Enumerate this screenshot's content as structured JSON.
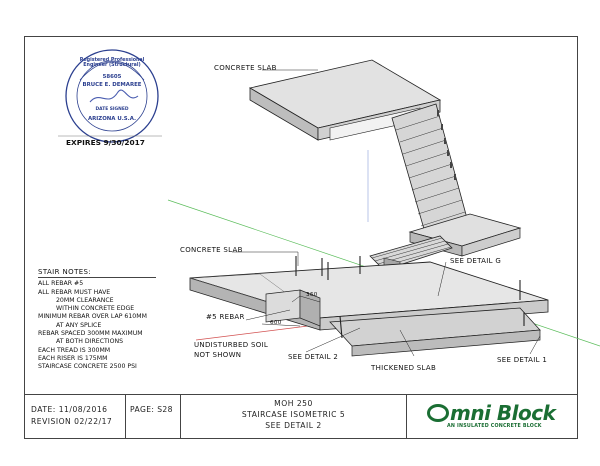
{
  "seal": {
    "ring_text": "Registered Professional Engineer (Structural)",
    "number": "58605",
    "name": "BRUCE E. DEMAREE",
    "signed_label": "DATE SIGNED",
    "state": "ARIZONA U.S.A.",
    "expires": "EXPIRES 9/30/2017"
  },
  "labels": {
    "concrete_slab_top": "CONCRETE SLAB",
    "concrete_slab_mid": "CONCRETE SLAB",
    "see_detail_g": "SEE DETAIL G",
    "rebar": "#5 REBAR",
    "dim_360": "360",
    "dim_600": "600",
    "undisturbed_soil": "UNDISTURBED SOIL",
    "not_shown": "NOT SHOWN",
    "see_detail_2": "SEE DETAIL 2",
    "thickened_slab": "THICKENED SLAB",
    "see_detail_1": "SEE DETAIL 1"
  },
  "notes": {
    "title": "STAIR NOTES:",
    "lines": [
      "ALL REBAR #5",
      "ALL REBAR MUST HAVE",
      "20MM CLEARANCE",
      "WITHIN CONCRETE EDGE",
      "MINIMUM REBAR OVER LAP 610MM",
      "AT ANY SPLICE",
      "REBAR SPACED 300MM MAXIMUM",
      "AT BOTH DIRECTIONS",
      "EACH TREAD IS 300MM",
      "EACH RISER IS 175MM",
      "STAIRCASE CONCRETE 2500 PSI"
    ]
  },
  "titleblock": {
    "date": "DATE: 11/08/2016",
    "revision": "REVISION 02/22/17",
    "page": "PAGE: S28",
    "title_1": "MOH 250",
    "title_2": "STAIRCASE ISOMETRIC 5",
    "title_3": "SEE DETAIL 2",
    "logo_main": "mni Block",
    "logo_sub": "AN INSULATED CONCRETE BLOCK"
  },
  "colors": {
    "logo_green": "#1a6e33",
    "seal_blue": "#2b3f8f",
    "slab_grey": "#e4e4e4",
    "axis_green": "#5bbd5b",
    "axis_red": "#d25050"
  }
}
